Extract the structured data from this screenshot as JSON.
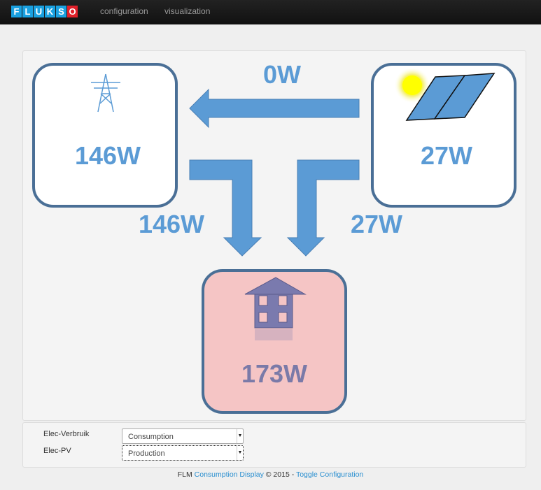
{
  "nav": {
    "logo": "FLUKSO",
    "logo_letters": [
      "F",
      "L",
      "U",
      "K",
      "S",
      "O"
    ],
    "links": [
      "configuration",
      "visualization"
    ]
  },
  "flows": {
    "solar_to_grid": "0W",
    "grid_to_house": "146W",
    "solar_to_house": "27W"
  },
  "nodes": {
    "grid": "146W",
    "solar": "27W",
    "house": "173W"
  },
  "colors": {
    "arrow": "#5b9bd5",
    "border": "#4a6f96",
    "house_bg": "#f5c5c5",
    "house_text": "#7a7aa8"
  },
  "config": {
    "fields": [
      {
        "label": "Elec-Verbruik",
        "value": "Consumption"
      },
      {
        "label": "Elec-PV",
        "value": "Production"
      }
    ]
  },
  "footer": {
    "prefix": "FLM",
    "link1": "Consumption Display",
    "middle": "© 2015 -",
    "link2": "Toggle Configuration"
  }
}
